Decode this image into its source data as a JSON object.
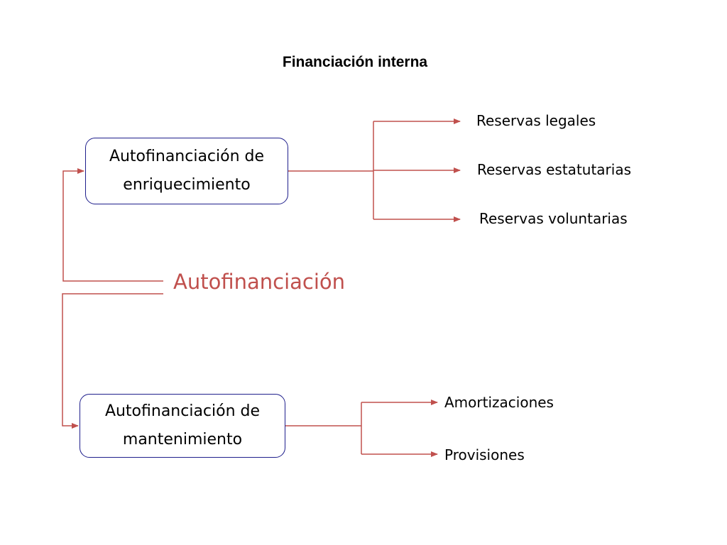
{
  "title": "Financiación interna",
  "center": {
    "label": "Autofinanciación"
  },
  "boxes": {
    "top": {
      "line1": "Autofinanciación de",
      "line2": "enriquecimiento"
    },
    "bottom": {
      "line1": "Autofinanciación de",
      "line2": "mantenimiento"
    }
  },
  "branches": {
    "top": [
      "Reservas legales",
      "Reservas estatutarias",
      "Reservas voluntarias"
    ],
    "bottom": [
      "Amortizaciones",
      "Provisiones"
    ]
  },
  "colors": {
    "connector": "#c0504d",
    "box_border": "#1f1f8c",
    "center_text": "#c0504d"
  }
}
